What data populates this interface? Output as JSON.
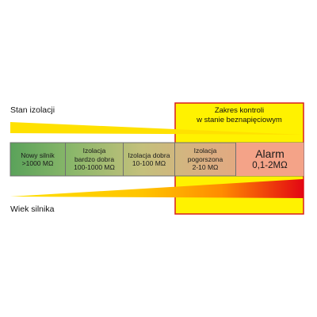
{
  "labels": {
    "insulation_state": "Stan izolacji",
    "motor_age": "Wiek silnika"
  },
  "control_zone": {
    "title_line1": "Zakres kontroli",
    "title_line2": "w stanie beznapięciowym"
  },
  "scale": [
    {
      "line1": "Nowy silnik",
      "line2": ">1000 MΩ"
    },
    {
      "line1": "Izolacja",
      "line2": "bardzo dobra",
      "line3": "100-1000 MΩ"
    },
    {
      "line1": "Izolacja dobra",
      "line2": "10-100 MΩ"
    },
    {
      "line1": "Izolacja",
      "line2": "pogorszona",
      "line3": "2-10 MΩ"
    },
    {
      "line1": "Alarm",
      "line2": "0,1-2MΩ"
    }
  ],
  "colors": {
    "zone_fill": "#fff200",
    "zone_border": "#d81e1e",
    "wedge_yellow": "#ffe100",
    "wedge_orange": "#ff9900",
    "wedge_red": "#e30613"
  }
}
